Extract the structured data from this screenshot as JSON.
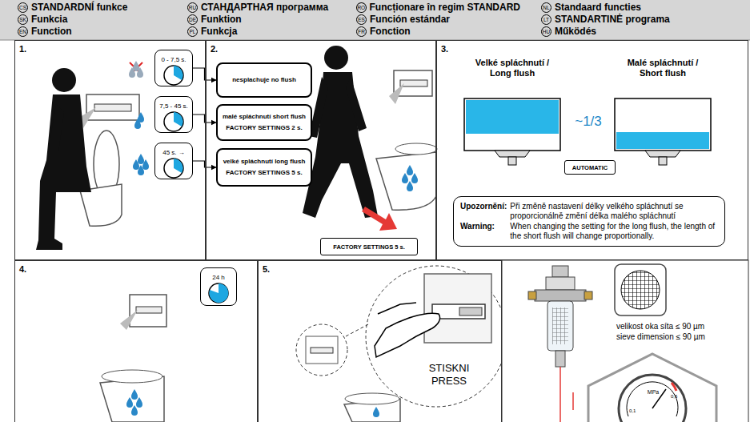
{
  "diagram": {
    "nodes": [
      {
        "text": [
          "CS",
          "STANDARDNÍ funkce"
        ]
      },
      {
        "text": [
          "RU",
          "СТАНДАРТНАЯ программа"
        ]
      },
      {
        "text": [
          "RO",
          "Funcționare în regim STANDARD"
        ]
      },
      {
        "text": [
          "NL",
          "Standaard functies"
        ]
      },
      {
        "text": [
          "SK",
          "Funkcia"
        ]
      },
      {
        "text": [
          "DE",
          "Funktion"
        ]
      },
      {
        "text": [
          "ES",
          "Función estándar"
        ]
      },
      {
        "text": [
          "LT",
          "STANDARTINĖ programa"
        ]
      },
      {
        "text": [
          "EN",
          "Function"
        ]
      },
      {
        "text": [
          "PL",
          "Funkcja"
        ]
      },
      {
        "text": [
          "FR",
          "Fonction"
        ]
      },
      {
        "text": [
          "HU",
          "Működés"
        ]
      },
      {
        "text": [
          "1."
        ]
      },
      {
        "text": [
          "0 - 7,5 s."
        ],
        "in": 12
      },
      {
        "text": [
          "7,5 - 45 s."
        ],
        "in": 12
      },
      {
        "text": [
          "45 s. →"
        ],
        "in": 12
      },
      {
        "text": [
          "2."
        ]
      },
      {
        "text": [
          "nesplachuje no flush"
        ],
        "in": 16
      },
      {
        "text": [
          "malé spláchnutí short flush",
          "FACTORY SETTINGS 2 s."
        ],
        "in": 16
      },
      {
        "text": [
          "velké spláchnutí long flush",
          "FACTORY SETTINGS 5 s."
        ],
        "in": 16
      },
      {
        "text": [
          "FACTORY SETTINGS 5 s."
        ],
        "in": 16
      },
      {
        "text": [
          "3."
        ]
      },
      {
        "text": [
          "AUTOMATIC"
        ],
        "in": 21
      },
      {
        "text": [
          "Upozornění:",
          "Při změně nastavení délky velkého spláchnutí se proporcionálně změní délka malého spláchnutí",
          "Warning:",
          "When changing the setting for the long flush, the length of the short flush will change proportionally."
        ],
        "in": 21
      },
      {
        "text": [
          "4."
        ]
      },
      {
        "text": [
          "24 h"
        ],
        "in": 24
      },
      {
        "text": [
          "5."
        ]
      }
    ],
    "edges": [
      {
        "from": 13,
        "to": 17,
        "arrow": "to"
      },
      {
        "from": 14,
        "to": 18,
        "arrow": "to"
      },
      {
        "from": 15,
        "to": 19,
        "arrow": "to"
      }
    ],
    "labels": [
      "Velké spláchnutí / Long flush",
      "Malé spláchnutí / Short flush",
      "~1/3",
      "STISKNI PRESS",
      "velikost oka síta ≤ 90 µm",
      "sieve dimension ≤ 90 µm",
      "MPa",
      "0,6",
      "0,1"
    ]
  }
}
